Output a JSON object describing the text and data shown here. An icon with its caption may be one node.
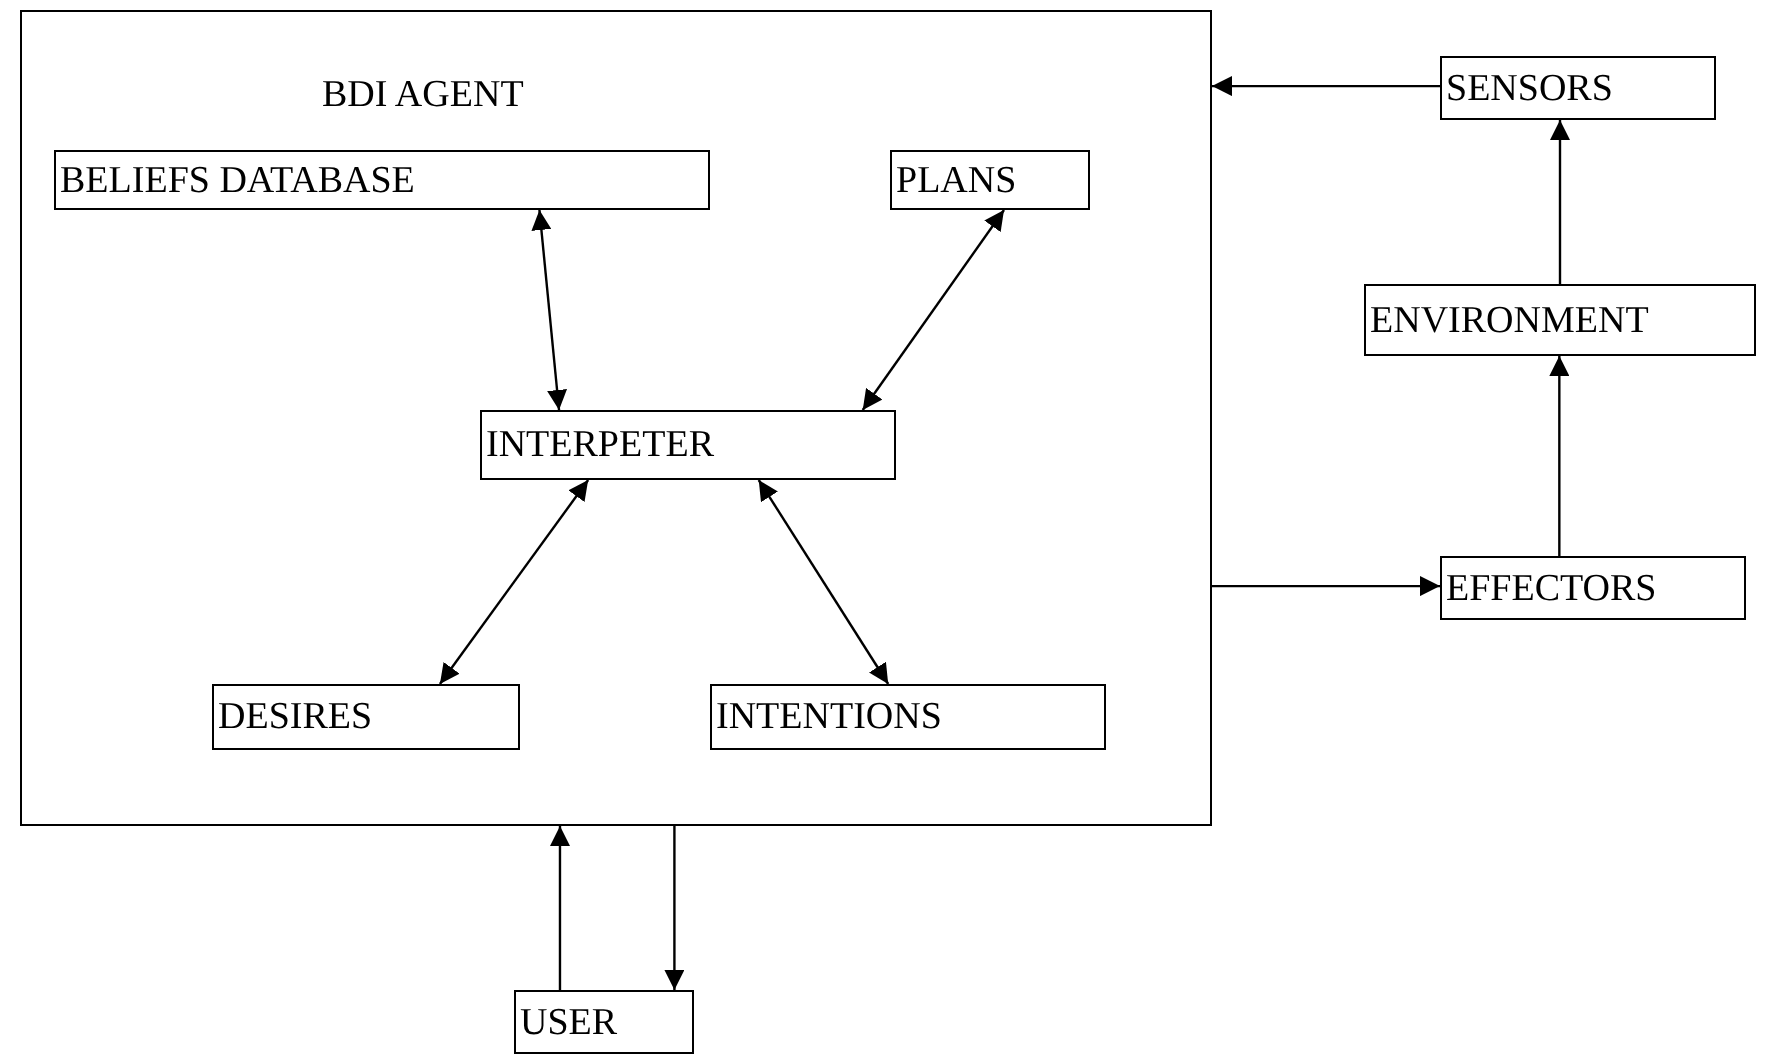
{
  "diagram": {
    "nodes": [
      {
        "text": [
          "BDI AGENT"
        ]
      },
      {
        "text": [
          "BELIEFS DATABASE"
        ],
        "in": 0
      },
      {
        "text": [
          "PLANS"
        ],
        "in": 0
      },
      {
        "text": [
          "INTERPETER"
        ],
        "in": 0
      },
      {
        "text": [
          "DESIRES"
        ],
        "in": 0
      },
      {
        "text": [
          "INTENTIONS"
        ],
        "in": 0
      },
      {
        "text": [
          "SENSORS"
        ]
      },
      {
        "text": [
          "ENVIRONMENT"
        ]
      },
      {
        "text": [
          "EFFECTORS"
        ]
      },
      {
        "text": [
          "USER"
        ]
      }
    ],
    "edges": [
      {
        "from": 1,
        "to": 3,
        "arrow": "both"
      },
      {
        "from": 2,
        "to": 3,
        "arrow": "both"
      },
      {
        "from": 3,
        "to": 4,
        "arrow": "both"
      },
      {
        "from": 3,
        "to": 5,
        "arrow": "both"
      },
      {
        "from": 6,
        "to": 0,
        "arrow": "to"
      },
      {
        "from": 7,
        "to": 6,
        "arrow": "to"
      },
      {
        "from": 8,
        "to": 7,
        "arrow": "to"
      },
      {
        "from": 0,
        "to": 8,
        "arrow": "to"
      },
      {
        "from": 9,
        "to": 0,
        "arrow": "to"
      },
      {
        "from": 0,
        "to": 9,
        "arrow": "to"
      }
    ]
  }
}
